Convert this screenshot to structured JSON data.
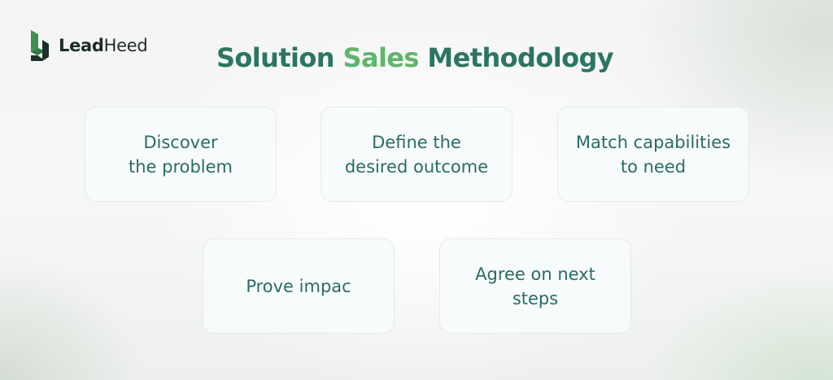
{
  "brand": {
    "logo_icon": "leadheed-logo-icon",
    "name_part1": "Lead",
    "name_part2": "Heed"
  },
  "title": {
    "part1": "Solution",
    "part2": "Sales",
    "part3": "Methodology",
    "color_main": "#2c7563",
    "color_accent": "#5fb56b"
  },
  "steps": [
    {
      "line1": "Discover",
      "line2": "the problem"
    },
    {
      "line1": "Define the",
      "line2": "desired outcome"
    },
    {
      "line1": "Match capabilities",
      "line2": "to need"
    },
    {
      "line1": "Prove impac",
      "line2": ""
    },
    {
      "line1": "Agree on next",
      "line2": "steps"
    }
  ]
}
